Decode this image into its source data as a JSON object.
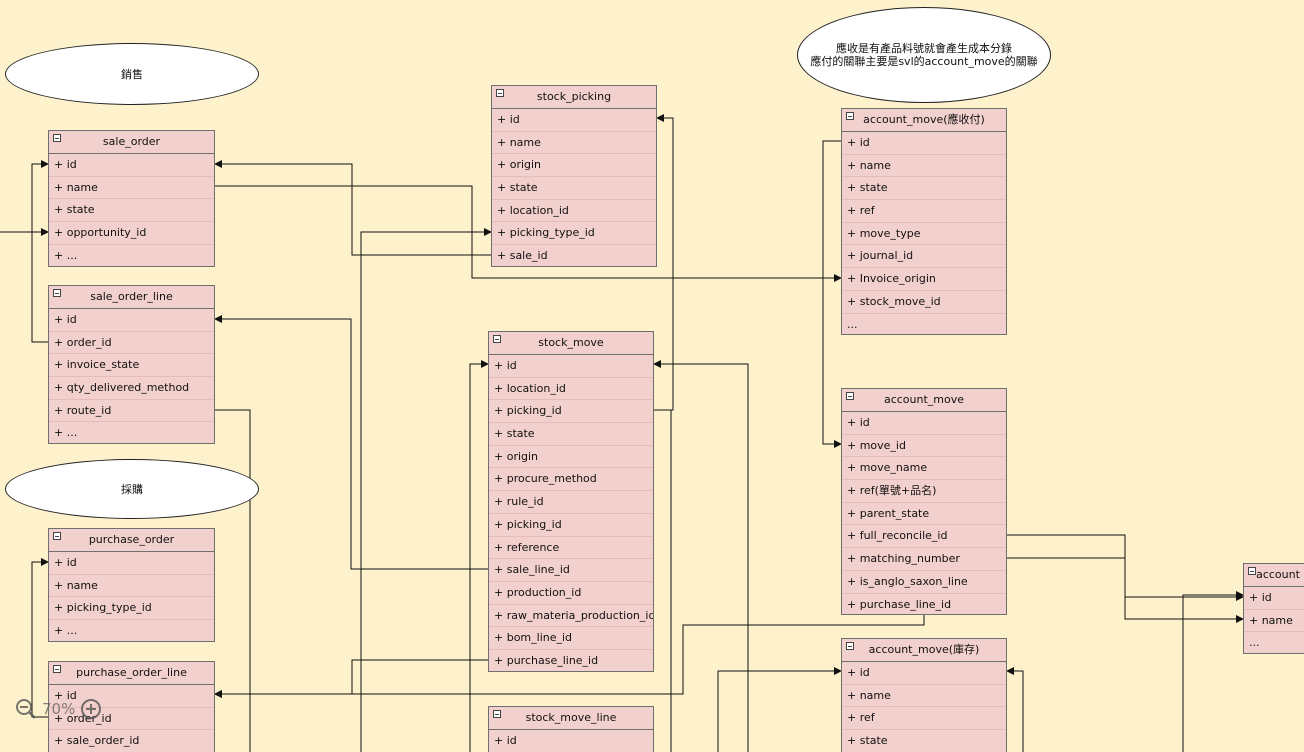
{
  "notes": {
    "sales": "銷售",
    "purchase": "採購",
    "ar_note": "應收是有產品料號就會產生成本分錄\n應付的關聯主要是svl的account_move的關聯"
  },
  "tables": {
    "sale_order": {
      "title": "sale_order",
      "fields": [
        "+ id",
        "+ name",
        "+ state",
        "+ opportunity_id",
        "+ ..."
      ]
    },
    "sale_order_line": {
      "title": "sale_order_line",
      "fields": [
        "+ id",
        "+ order_id",
        "+ invoice_state",
        "+ qty_delivered_method",
        "+ route_id",
        "+ ..."
      ]
    },
    "purchase_order": {
      "title": "purchase_order",
      "fields": [
        "+ id",
        "+ name",
        "+ picking_type_id",
        "+ ..."
      ]
    },
    "purchase_order_line": {
      "title": "purchase_order_line",
      "fields": [
        "+ id",
        "+ order_id",
        "+ sale_order_id"
      ]
    },
    "stock_picking": {
      "title": "stock_picking",
      "fields": [
        "+ id",
        "+ name",
        "+ origin",
        "+ state",
        "+ location_id",
        "+ picking_type_id",
        "+ sale_id"
      ]
    },
    "stock_move": {
      "title": "stock_move",
      "fields": [
        "+ id",
        "+ location_id",
        "+ picking_id",
        "+ state",
        "+ origin",
        "+ procure_method",
        "+ rule_id",
        "+ picking_id",
        "+ reference",
        "+ sale_line_id",
        "+ production_id",
        "+ raw_materia_production_id",
        "+ bom_line_id",
        "+ purchase_line_id"
      ]
    },
    "stock_move_line": {
      "title": "stock_move_line",
      "fields": [
        "+ id"
      ]
    },
    "account_move_ar": {
      "title": "account_move(應收付)",
      "fields": [
        "+ id",
        "+ name",
        "+ state",
        "+ ref",
        "+ move_type",
        "+ journal_id",
        "+ Invoice_origin",
        "+ stock_move_id",
        "..."
      ]
    },
    "account_move": {
      "title": "account_move",
      "fields": [
        "+ id",
        "+ move_id",
        "+ move_name",
        "+ ref(單號+品名)",
        "+ parent_state",
        "+ full_reconcile_id",
        "+ matching_number",
        "+ is_anglo_saxon_line",
        "+ purchase_line_id"
      ]
    },
    "account_move_stock": {
      "title": "account_move(庫存)",
      "fields": [
        "+ id",
        "+ name",
        "+ ref",
        "+ state"
      ]
    },
    "account_partial": {
      "title": "account",
      "fields": [
        "+ id",
        "+ name",
        "..."
      ]
    }
  },
  "zoom": {
    "level": "70%"
  }
}
